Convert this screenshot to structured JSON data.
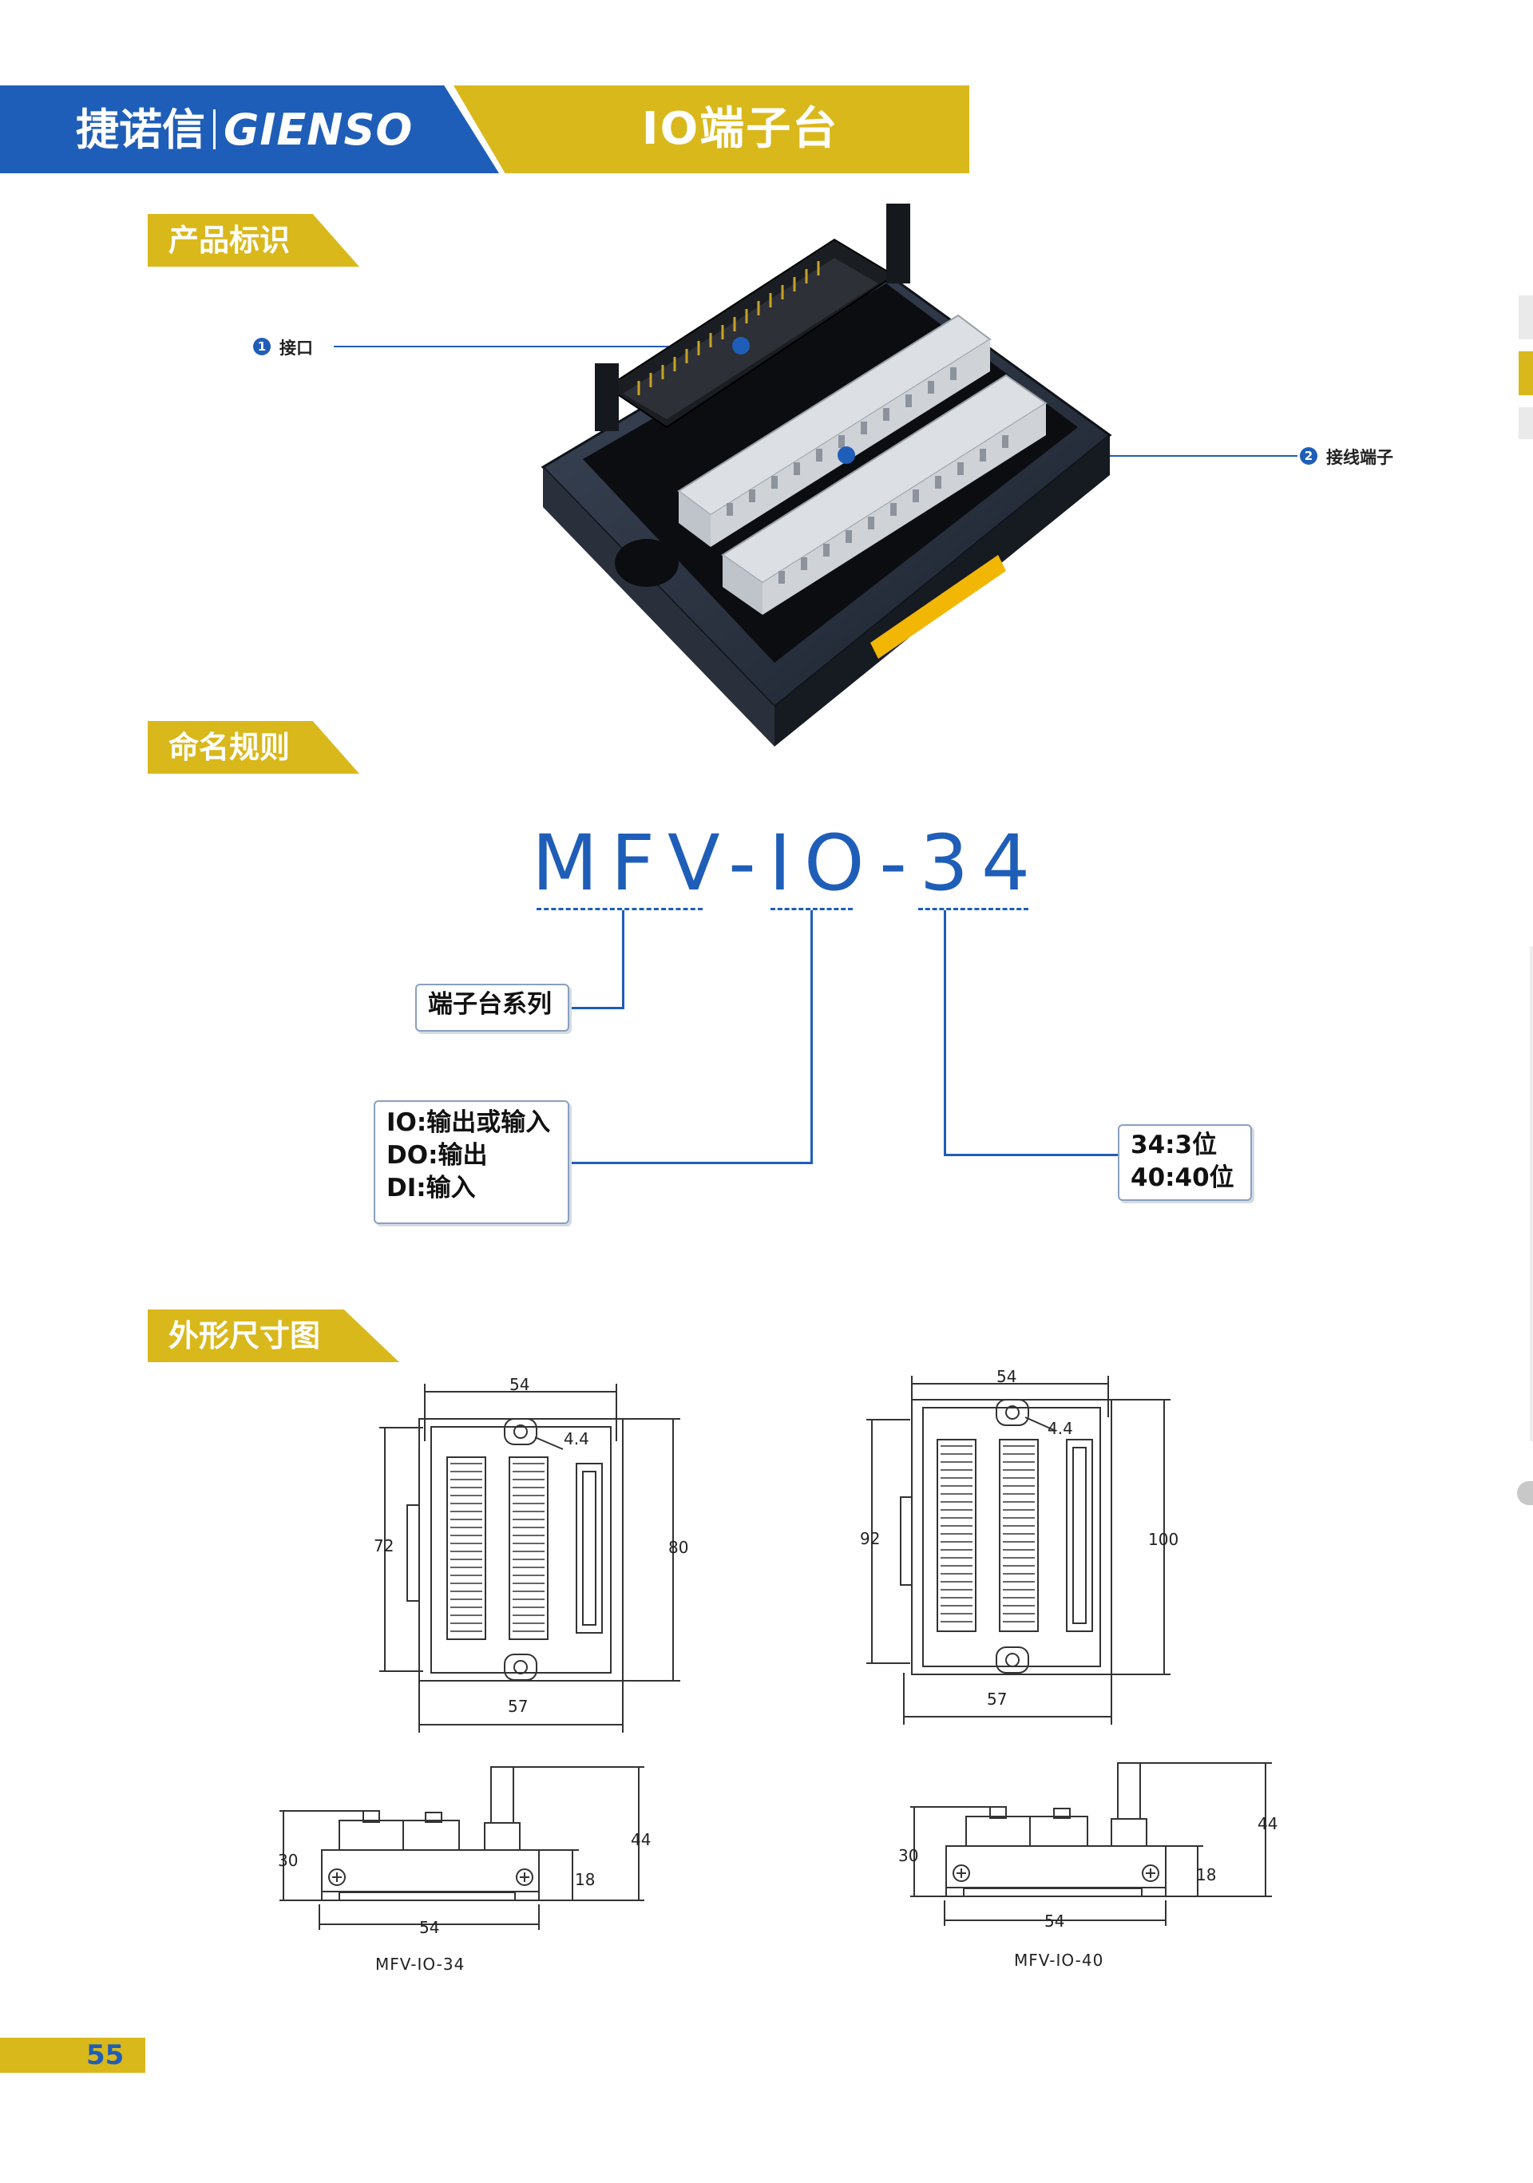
{
  "header": {
    "brand_cn": "捷诺信",
    "brand_en": "GIENSO",
    "title": "IO端子台"
  },
  "sections": {
    "product_id": "产品标识",
    "naming": "命名规则",
    "dimensions": "外形尺寸图"
  },
  "callouts": [
    {
      "num": "1",
      "label": "接口"
    },
    {
      "num": "2",
      "label": "接线端子"
    }
  ],
  "naming": {
    "model": "MFV-IO-34",
    "series_box": "端子台系列",
    "io_lines": [
      "IO:输出或输入",
      "DO:输出",
      "DI:输入"
    ],
    "pin_lines": [
      "34:3位",
      "40:40位"
    ]
  },
  "drawings": {
    "left": {
      "top_width": "54",
      "bottom_width": "57",
      "inner_height": "72",
      "outer_height": "80",
      "hole": "4.4",
      "side_height": "44",
      "side_body": "30",
      "side_rail": "18",
      "side_width": "54",
      "caption": "MFV-IO-34"
    },
    "right": {
      "top_width": "54",
      "bottom_width": "57",
      "inner_height": "92",
      "outer_height": "100",
      "hole": "4.4",
      "side_height": "44",
      "side_body": "30",
      "side_rail": "18",
      "side_width": "54",
      "caption": "MFV-IO-40"
    }
  },
  "footer": {
    "page": "55"
  },
  "colors": {
    "brand_blue": "#1f5eb8",
    "brand_gold": "#d9b81c"
  }
}
